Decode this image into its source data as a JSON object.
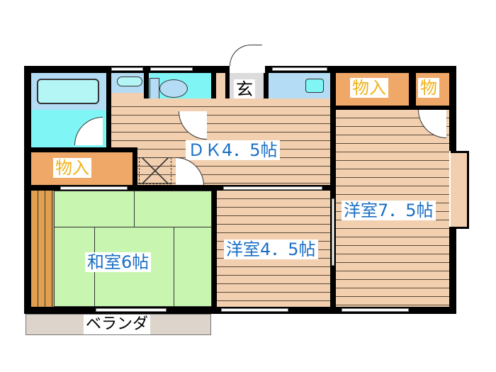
{
  "floor_plan": {
    "rooms": {
      "dk": {
        "label": "ＤＫ4．5帖"
      },
      "washitsu": {
        "label": "和室6帖"
      },
      "yoshitsu_small": {
        "label": "洋室4．5帖"
      },
      "yoshitsu_large": {
        "label": "洋室7．5帖"
      },
      "closet_left": {
        "label": "物入"
      },
      "closet_top": {
        "label": "物入"
      },
      "closet_small": {
        "label": "物"
      },
      "entrance": {
        "label": "玄"
      },
      "balcony": {
        "label": "ベランダ"
      }
    },
    "colors": {
      "wall": "#000000",
      "floor_wood": "#f2cfae",
      "tatami": "#c8f5b0",
      "closet": "#f0a868",
      "bath": "#7ff5f5",
      "bath_light": "#b4dcf5",
      "entrance": "#dcdcdc",
      "balcony": "#ddd5cc",
      "label_blue": "#1a6fc4",
      "label_orange": "#f2b21b"
    }
  }
}
